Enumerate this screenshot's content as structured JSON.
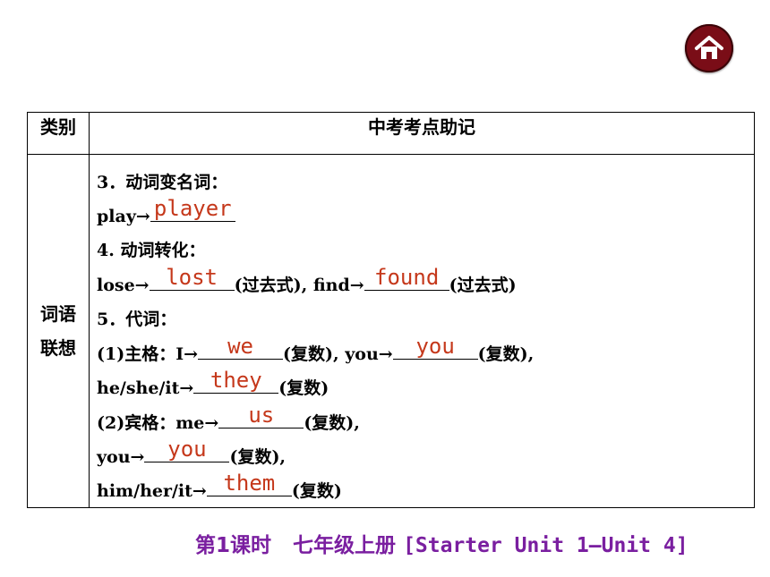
{
  "table": {
    "header": {
      "category": "类别",
      "content": "中考考点助记"
    },
    "category_line1": "词语",
    "category_line2": "联想",
    "l1": "3．动词变名词：",
    "l2": {
      "pre": "play→",
      "ans": "player"
    },
    "l3": "4. 动词转化：",
    "l4": {
      "pre": "lose→",
      "ans1": "lost",
      "mid": "(过去式), find→",
      "ans2": "found",
      "post": "(过去式)"
    },
    "l5": "5．代词：",
    "l6": {
      "pre": "(1)主格：I→",
      "ans1": "we",
      "mid": "(复数), you→",
      "ans2": "you",
      "post": "(复数),"
    },
    "l7": {
      "pre": "he/she/it→",
      "ans": "they",
      "post": "(复数)"
    },
    "l8": {
      "pre": "(2)宾格：me→",
      "ans": "us",
      "post": "(复数),"
    },
    "l9": {
      "pre": "you→",
      "ans": "you",
      "post": "(复数),"
    },
    "l10": {
      "pre": "him/her/it→",
      "ans": "them",
      "post": "(复数)"
    }
  },
  "footer": {
    "lesson": "第1课时",
    "book": "七年级上册",
    "units": "[Starter Unit 1—Unit 4]"
  },
  "colors": {
    "answer": "#c5381b",
    "footer": "#7a1fa0",
    "home_button": "#7a0d17"
  },
  "icons": {
    "home": "home-icon"
  }
}
